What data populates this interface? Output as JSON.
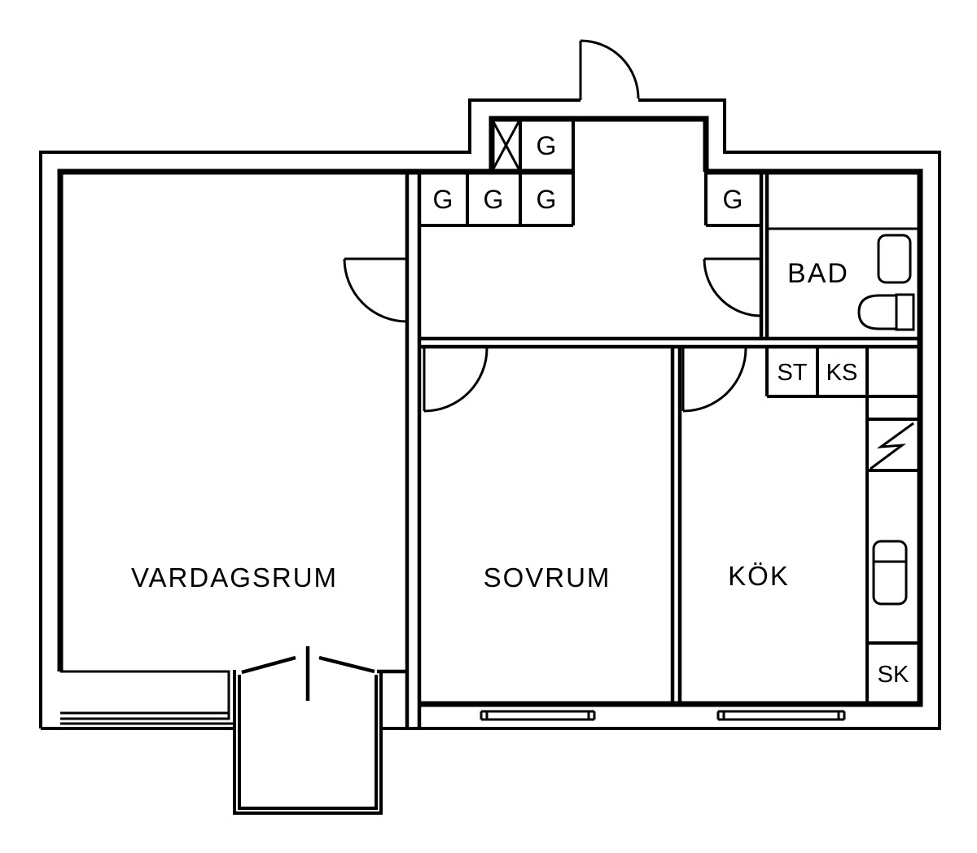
{
  "document": {
    "type": "apartment floor plan",
    "language": "Swedish"
  },
  "rooms": [
    {
      "id": "vardagsrum",
      "label": "VARDAGSRUM"
    },
    {
      "id": "sovrum",
      "label": "SOVRUM"
    },
    {
      "id": "kok",
      "label": "KÖK"
    },
    {
      "id": "bad",
      "label": "BAD"
    }
  ],
  "closets": [
    {
      "id": "hall-upper-wardrobe",
      "label": "G"
    },
    {
      "id": "hall-row-wardrobe-1",
      "label": "G"
    },
    {
      "id": "hall-row-wardrobe-2",
      "label": "G"
    },
    {
      "id": "hall-row-wardrobe-3",
      "label": "G"
    },
    {
      "id": "entry-right-wardrobe",
      "label": "G"
    },
    {
      "id": "cleaning-cabinet",
      "label": "ST"
    },
    {
      "id": "fridge-freezer-cabinet",
      "label": "KS"
    },
    {
      "id": "pantry-cabinet",
      "label": "SK"
    }
  ],
  "fixtures": [
    "bathtub",
    "washbasin",
    "toilet",
    "refrigerator",
    "electrical-symbol",
    "crossed-shaft-box"
  ],
  "doors": [
    "entrance-door",
    "living-room-door",
    "bathroom-door",
    "bedroom-door",
    "kitchen-door",
    "balcony-double-door"
  ],
  "windows": [
    "living-room-window",
    "bedroom-window",
    "kitchen-window"
  ],
  "colors": {
    "line": "#000000",
    "background": "#ffffff"
  }
}
